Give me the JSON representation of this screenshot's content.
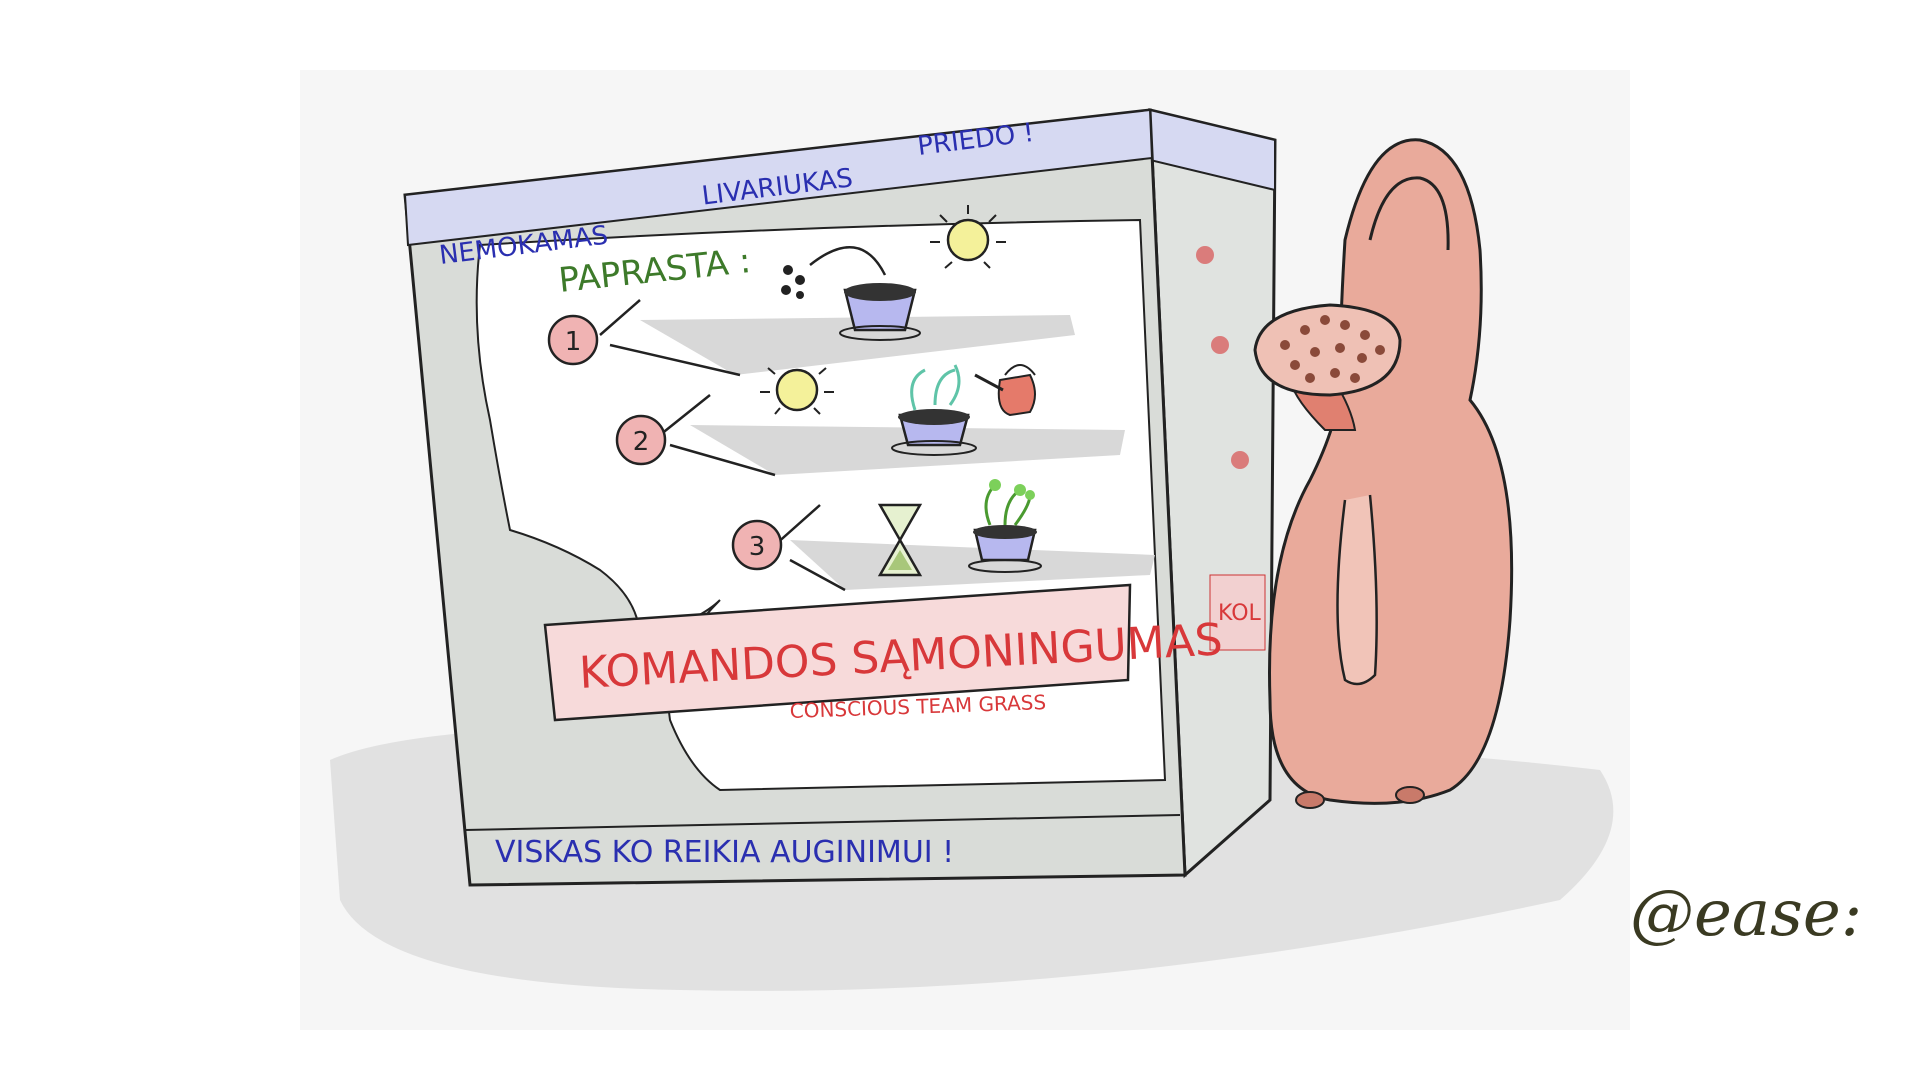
{
  "box": {
    "top_banner": {
      "word1": "NEMOKAMAS",
      "word2": "LIVARIUKAS",
      "word3": "PRIEDO !"
    },
    "heading": "PAPRASTA :",
    "steps": [
      {
        "number": "1",
        "icons": [
          "seeds-icon",
          "pot-with-soil-icon",
          "sun-icon"
        ]
      },
      {
        "number": "2",
        "icons": [
          "sun-icon",
          "watering-pot-icon",
          "watering-can-icon"
        ]
      },
      {
        "number": "3",
        "icons": [
          "hourglass-icon",
          "sprout-pot-icon"
        ]
      }
    ],
    "title": "KOMANDOS SĄMONINGUMAS",
    "subtitle": "CONSCIOUS TEAM GRASS",
    "bottom_text": "VISKAS  KO  REIKIA  AUGINIMUI !",
    "side_label": "KOL"
  },
  "watering_can": {
    "icon": "watering-can-icon"
  },
  "signature": "@ease:",
  "colors": {
    "banner": "#d6d9f2",
    "box_grey": "#d7dad6",
    "title_fill": "#f7dada",
    "can": "#e8a79a"
  }
}
